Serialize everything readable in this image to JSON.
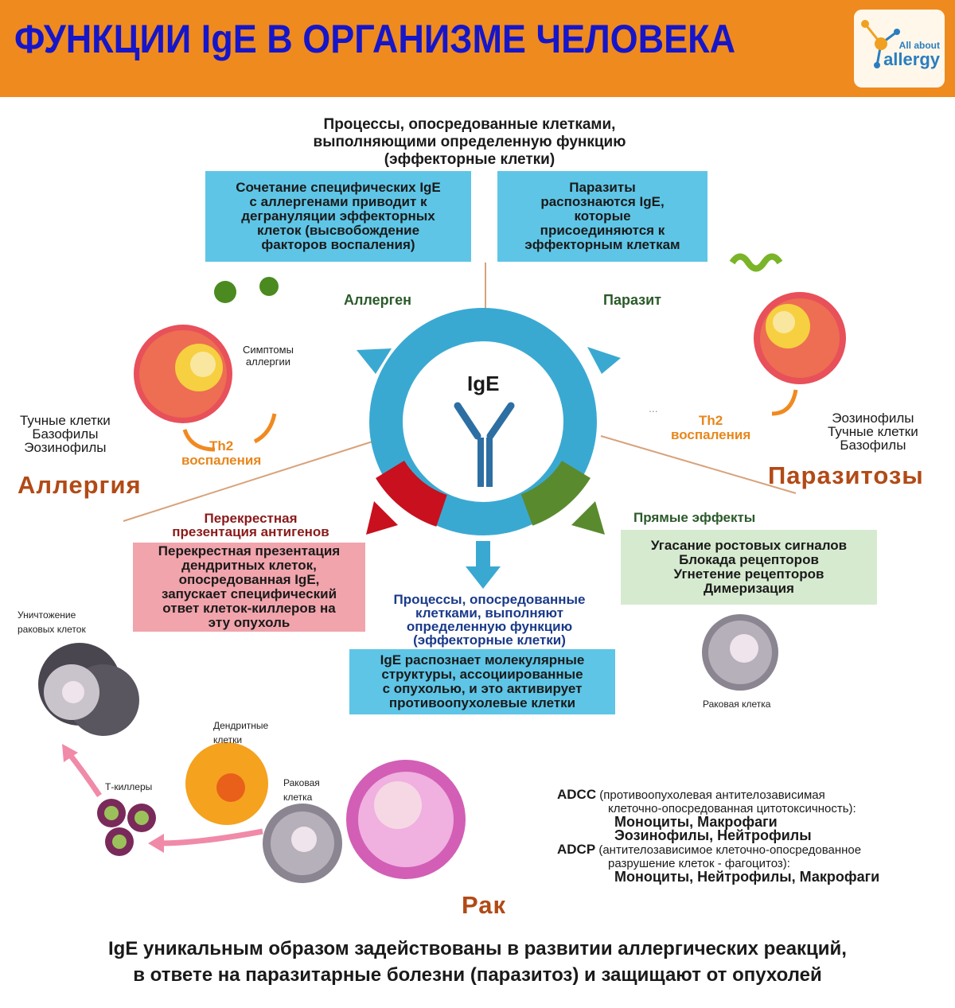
{
  "header": {
    "title": "ФУНКЦИИ IgE В ОРГАНИЗМЕ ЧЕЛОВЕКА",
    "logo": {
      "line1": "All about",
      "line2": "allergy"
    }
  },
  "top_heading": [
    "Процессы, опосредованные клетками,",
    "выполняющими определенную функцию",
    "(эффекторные клетки)"
  ],
  "box_allergy": [
    "Сочетание специфических IgE",
    "с аллергенами приводит к",
    "дегрануляции эффекторных",
    "клеток (высвобождение",
    "факторов воспаления)"
  ],
  "box_parasite": [
    "Паразиты",
    "распознаются IgE,",
    "которые",
    "присоединяются к",
    "эффекторным клеткам"
  ],
  "label_allergen": "Аллерген",
  "label_parasite": "Паразит",
  "center_label": "IgE",
  "allergy": {
    "symptoms": [
      "Симптомы",
      "аллергии"
    ],
    "cells": [
      "Тучные клетки",
      "Базофилы",
      "Эозинофилы"
    ],
    "th2": [
      "Th2",
      "воспаления"
    ],
    "category": "Аллергия"
  },
  "parasitoses": {
    "cells": [
      "Эозинофилы",
      "Тучные клетки",
      "Базофилы"
    ],
    "th2": [
      "Th2",
      "воспаления"
    ],
    "category": "Паразитозы",
    "dots": "..."
  },
  "cross": {
    "heading": [
      "Перекрестная",
      "презентация антигенов"
    ],
    "box": [
      "Перекрестная презентация",
      "дендритных клеток,",
      "опосредованная IgE,",
      "запускает специфический",
      "ответ клеток-киллеров на",
      "эту опухоль"
    ]
  },
  "direct": {
    "heading": "Прямые эффекты",
    "box": [
      "Угасание ростовых сигналов",
      "Блокада рецепторов",
      "Угнетение рецепторов",
      "Димеризация"
    ]
  },
  "bottom_center": {
    "heading": [
      "Процессы, опосредованные",
      "клетками, выполняют",
      "определенную функцию",
      "(эффекторные клетки)"
    ],
    "box": [
      "IgE распознает молекулярные",
      "структуры, ассоциированные",
      "с опухолью, и это активирует",
      "противоопухолевые клетки"
    ]
  },
  "cancer": {
    "destroy": [
      "Уничтожение",
      "раковых клеток"
    ],
    "dendritic": [
      "Дендритные",
      "клетки"
    ],
    "tkillers": "Т-киллеры",
    "cancer_cell_left": [
      "Раковая",
      "клетка"
    ],
    "cancer_cell_right": "Раковая клетка",
    "category": "Рак"
  },
  "adcc": {
    "adcc_label": "ADCC",
    "adcc_desc": [
      "(противоопухолевая антителозависимая",
      "клеточно-опосредованная цитотоксичность):"
    ],
    "adcc_cells": [
      "Моноциты, Макрофаги",
      "Эозинофилы, Нейтрофилы"
    ],
    "adcp_label": "ADCP",
    "adcp_desc": [
      "(антителозависимое клеточно-опосредованное",
      "разрушение клеток - фагоцитоз):"
    ],
    "adcp_cells": "Моноциты, Нейтрофилы, Макрофаги"
  },
  "footer": [
    "IgE уникальным образом задействованы в развитии аллергических реакций,",
    "в ответе на паразитарные болезни (паразитоз) и защищают от опухолей"
  ],
  "colors": {
    "header": "#ef8a1f",
    "title": "#1616c8",
    "ring": "#3aa9d2",
    "red": "#c8101e",
    "green": "#5a8a2e",
    "category": "#b24a16"
  }
}
